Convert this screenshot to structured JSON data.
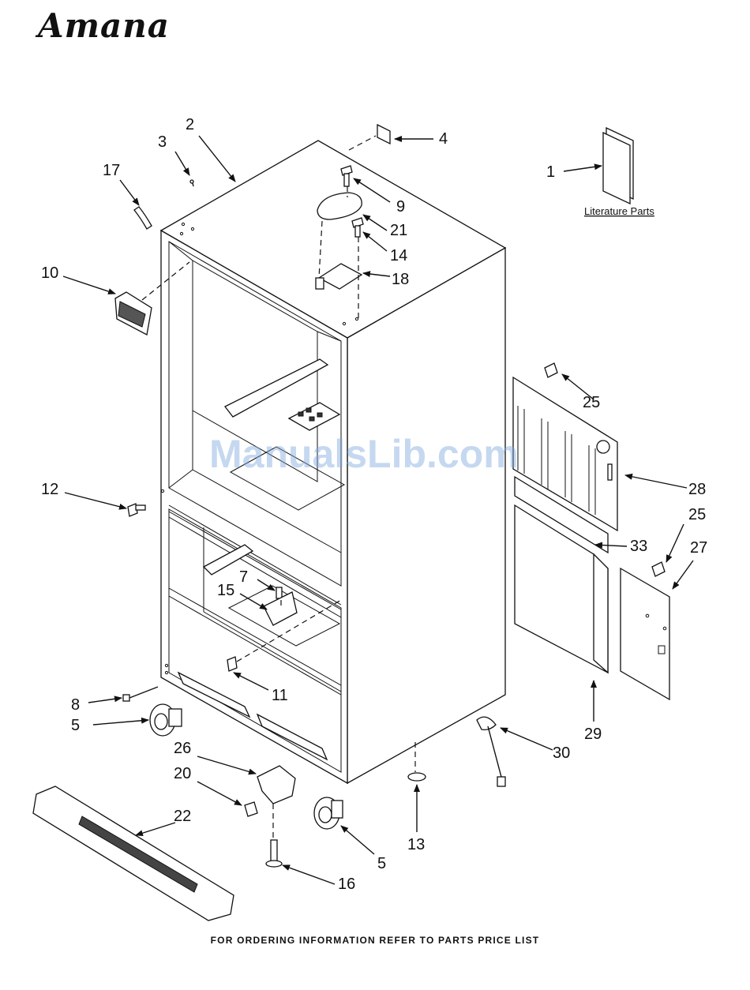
{
  "header": {
    "logo_text": "Amana"
  },
  "footer": {
    "text": "FOR ORDERING INFORMATION REFER TO PARTS PRICE LIST"
  },
  "watermark": {
    "text": "ManualsLib.com"
  },
  "literature": {
    "label": "Literature Parts"
  },
  "callouts": [
    {
      "id": "c1",
      "label": "1"
    },
    {
      "id": "c2",
      "label": "2"
    },
    {
      "id": "c3",
      "label": "3"
    },
    {
      "id": "c4",
      "label": "4"
    },
    {
      "id": "c5a",
      "label": "5"
    },
    {
      "id": "c5b",
      "label": "5"
    },
    {
      "id": "c7",
      "label": "7"
    },
    {
      "id": "c8",
      "label": "8"
    },
    {
      "id": "c9",
      "label": "9"
    },
    {
      "id": "c10",
      "label": "10"
    },
    {
      "id": "c11",
      "label": "11"
    },
    {
      "id": "c12",
      "label": "12"
    },
    {
      "id": "c13",
      "label": "13"
    },
    {
      "id": "c14",
      "label": "14"
    },
    {
      "id": "c15",
      "label": "15"
    },
    {
      "id": "c16",
      "label": "16"
    },
    {
      "id": "c17",
      "label": "17"
    },
    {
      "id": "c18",
      "label": "18"
    },
    {
      "id": "c20",
      "label": "20"
    },
    {
      "id": "c21",
      "label": "21"
    },
    {
      "id": "c22",
      "label": "22"
    },
    {
      "id": "c25a",
      "label": "25"
    },
    {
      "id": "c25b",
      "label": "25"
    },
    {
      "id": "c26",
      "label": "26"
    },
    {
      "id": "c27",
      "label": "27"
    },
    {
      "id": "c28",
      "label": "28"
    },
    {
      "id": "c29",
      "label": "29"
    },
    {
      "id": "c30",
      "label": "30"
    },
    {
      "id": "c33",
      "label": "33"
    }
  ]
}
